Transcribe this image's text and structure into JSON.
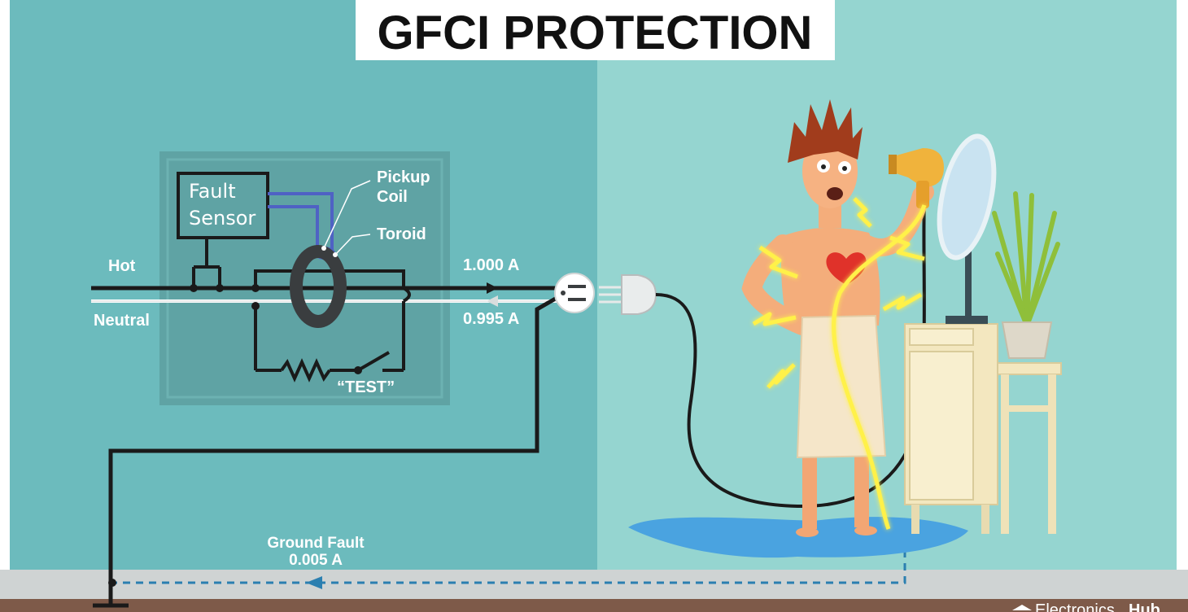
{
  "title": "GFCI PROTECTION",
  "labels": {
    "fault_sensor_line1": "Fault",
    "fault_sensor_line2": "Sensor",
    "pickup_coil_line1": "Pickup",
    "pickup_coil_line2": "Coil",
    "toroid": "Toroid",
    "hot": "Hot",
    "neutral": "Neutral",
    "hot_current": "1.000 A",
    "neutral_current": "0.995 A",
    "test": "“TEST”",
    "ground_fault_line1": "Ground Fault",
    "ground_fault_line2": "0.005 A"
  },
  "brand": {
    "prefix": "Electronics",
    "suffix": "Hub"
  },
  "colors": {
    "left_wall": "#6cbbbd",
    "right_wall": "#95d5d0",
    "box": "#5fa3a4",
    "floor_strip": "#cfd3d3",
    "ground": "#7e5a49",
    "pickup_coil": "#4f62c4",
    "shock": "#fff14a"
  },
  "icons": {
    "toroid": "toroid-icon",
    "resistor": "resistor-icon",
    "switch": "test-switch-icon",
    "outlet": "outlet-icon",
    "plug": "plug-icon",
    "ground": "ground-symbol-icon",
    "arrow": "arrow-icon",
    "person": "shocked-person-illustration",
    "hair_dryer": "hair-dryer-icon",
    "mirror": "mirror-icon",
    "plant": "plant-icon",
    "cabinet": "cabinet-icon",
    "heart": "heart-icon",
    "lightning": "lightning-icon",
    "water": "water-puddle-icon"
  }
}
